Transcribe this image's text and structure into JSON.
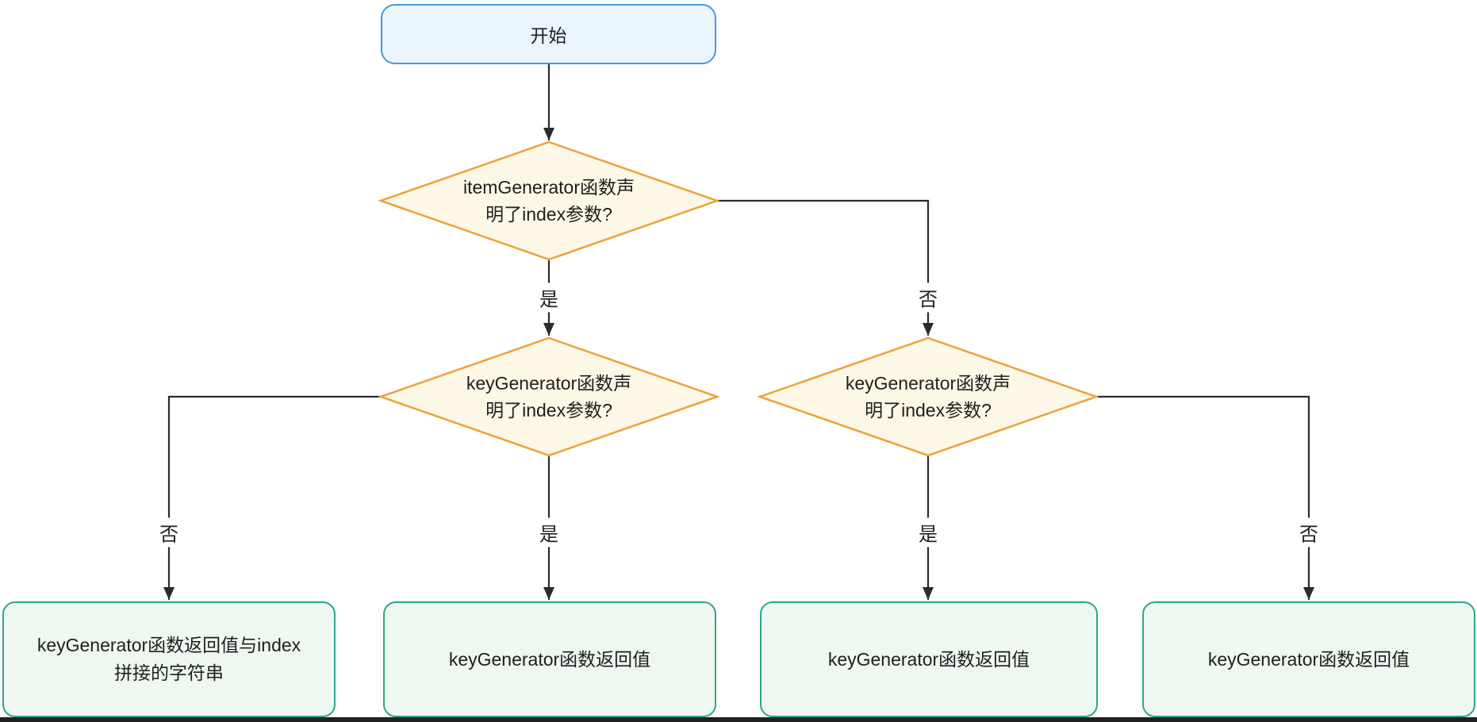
{
  "diagram": {
    "colors": {
      "start_fill": "#e9f4fb",
      "start_border": "#4a9ad5",
      "decision_fill": "#fcf7e6",
      "decision_border": "#e9a33b",
      "result_fill": "#eff7f1",
      "result_border": "#2fa68c",
      "edge_color": "#2b2b2b",
      "text_color": "#1f1f1f"
    },
    "nodes": {
      "start": {
        "label": "开始"
      },
      "decision_item_generator": {
        "lines": [
          "itemGenerator函数声",
          "明了index参数?"
        ]
      },
      "decision_key_generator_left": {
        "lines": [
          "keyGenerator函数声",
          "明了index参数?"
        ]
      },
      "decision_key_generator_right": {
        "lines": [
          "keyGenerator函数声",
          "明了index参数?"
        ]
      },
      "result_concat": {
        "lines": [
          "keyGenerator函数返回值与index",
          "拼接的字符串"
        ]
      },
      "result_key_left": {
        "label": "keyGenerator函数返回值"
      },
      "result_key_mid": {
        "label": "keyGenerator函数返回值"
      },
      "result_key_right": {
        "label": "keyGenerator函数返回值"
      }
    },
    "edge_labels": {
      "d1_yes": "是",
      "d1_no": "否",
      "d2_no": "否",
      "d2_yes": "是",
      "d3_yes": "是",
      "d3_no": "否"
    }
  }
}
